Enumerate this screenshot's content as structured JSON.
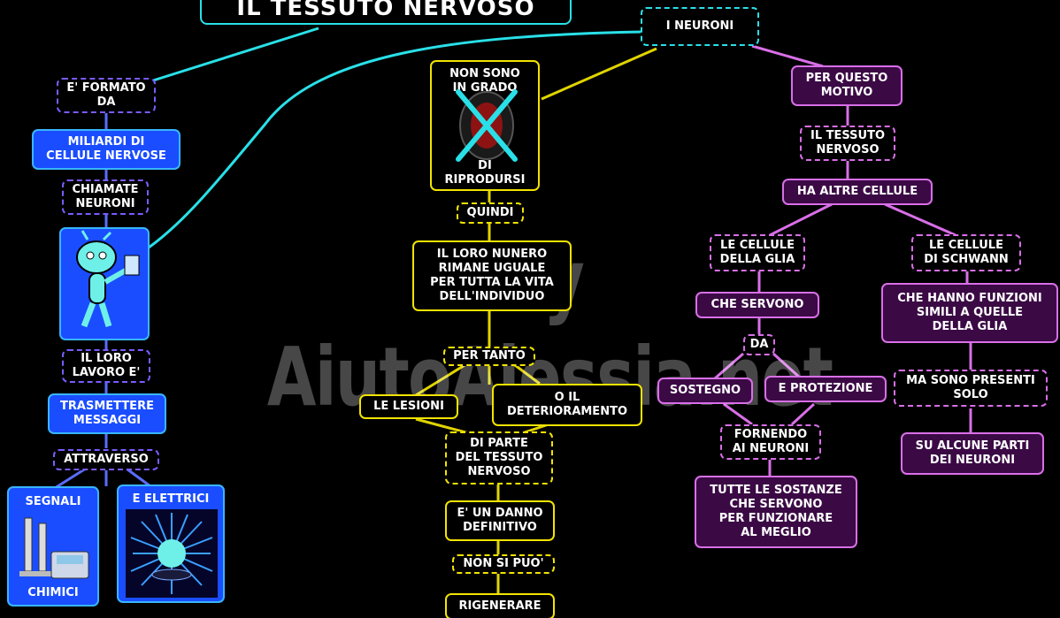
{
  "title": "IL TESSUTO NERVOSO",
  "watermark": "By AiutoAlessia.net",
  "left": {
    "formato": "E' FORMATO\nDA",
    "miliardi": "MILIARDI DI\nCELLULE NERVOSE",
    "chiamate": "CHIAMATE\nNEURONI",
    "lavoro": "IL LORO\nLAVORO E'",
    "trasmettere": "TRASMETTERE\nMESSAGGI",
    "attraverso": "ATTRAVERSO",
    "segnali": "SEGNALI",
    "chimici": "CHIMICI",
    "elettrici": "E ELETTRICI"
  },
  "center": {
    "non_sono": "NON SONO\nIN GRADO",
    "di_riprodursi": "DI\nRIPRODURSI",
    "quindi": "QUINDI",
    "numero": "IL LORO NUNERO\nRIMANE UGUALE\nPER TUTTA LA VITA\nDELL'INDIVIDUO",
    "per_tanto": "PER TANTO",
    "lesioni": "LE LESIONI",
    "deterioramento": "O IL\nDETERIORAMENTO",
    "di_parte": "DI PARTE\nDEL TESSUTO\nNERVOSO",
    "danno": "E' UN DANNO\nDEFINITIVO",
    "non_si_puo": "NON SI PUO'",
    "rigenerare": "RIGENERARE"
  },
  "right": {
    "neuroni": "I NEURONI",
    "motivo": "PER QUESTO\nMOTIVO",
    "tessuto": "IL TESSUTO\nNERVOSO",
    "altre": "HA ALTRE CELLULE",
    "glia": "LE CELLULE\nDELLA GLIA",
    "schwann": "LE CELLULE\nDI SCHWANN",
    "servono": "CHE SERVONO",
    "da": "DA",
    "sostegno": "SOSTEGNO",
    "protezione": "E PROTEZIONE",
    "fornendo": "FORNENDO\nAI NEURONI",
    "sostanze": "TUTTE LE SOSTANZE\nCHE SERVONO\nPER FUNZIONARE\nAL MEGLIO",
    "funzioni": "CHE HANNO FUNZIONI\nSIMILI A QUELLE\nDELLA GLIA",
    "presenti": "MA SONO PRESENTI\nSOLO",
    "parti": "SU ALCUNE PARTI\nDEI NEURONI"
  },
  "colors": {
    "cyan": "#29e0e8",
    "yellow": "#f2e400",
    "purple": "#d96fe8",
    "blue": "#1a4dff"
  },
  "icons": [
    "alien-figure-icon",
    "lab-instruments-icon",
    "electric-spark-icon",
    "crossed-cell-icon"
  ]
}
